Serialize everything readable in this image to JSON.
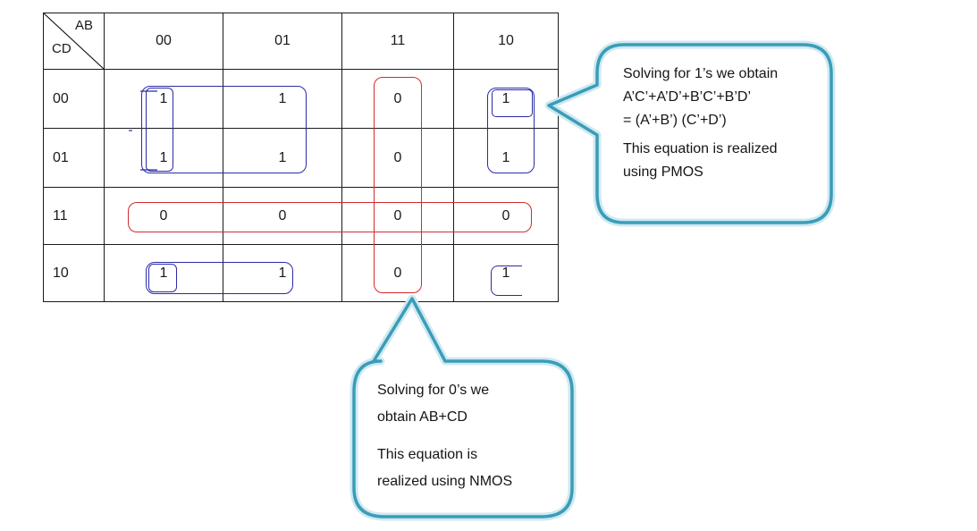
{
  "kmap": {
    "row_var": "CD",
    "col_var": "AB",
    "col_headers": [
      "00",
      "01",
      "11",
      "10"
    ],
    "rows": [
      {
        "label": "00",
        "cells": [
          "1",
          "1",
          "0",
          "1"
        ]
      },
      {
        "label": "01",
        "cells": [
          "1",
          "1",
          "0",
          "1"
        ]
      },
      {
        "label": "11",
        "cells": [
          "0",
          "0",
          "0",
          "0"
        ]
      },
      {
        "label": "10",
        "cells": [
          "1",
          "1",
          "0",
          "1"
        ]
      }
    ]
  },
  "callouts": {
    "ones": {
      "line1": "Solving for 1’s we obtain",
      "line2": "A’C’+A’D’+B’C’+B’D’",
      "line3": "= (A’+B’) (C’+D’)",
      "line4": "This equation is realized",
      "line5": "using PMOS"
    },
    "zeros": {
      "line1": "Solving for 0’s  we",
      "line2": "obtain AB+CD",
      "line3": "This equation is",
      "line4": "realized using NMOS"
    }
  },
  "colors": {
    "grouping_ones": "#2b2ba6",
    "grouping_zeros": "#d42b2b",
    "callout_border": "#3a9db8",
    "callout_border_light": "#cfe9f1",
    "grid": "#1a1a1a"
  }
}
